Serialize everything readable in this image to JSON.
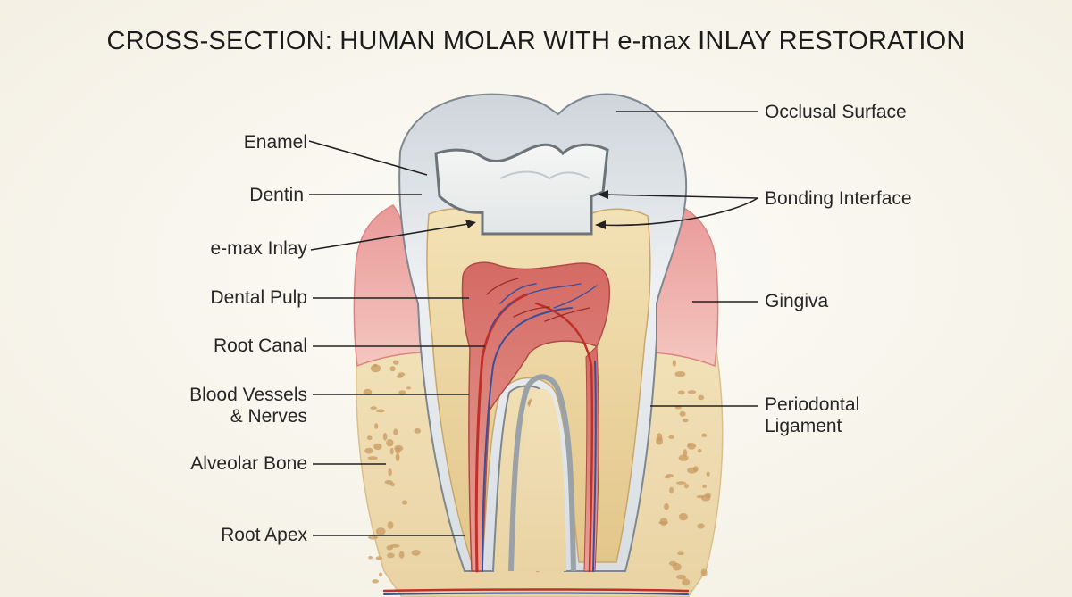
{
  "title": "CROSS-SECTION: HUMAN MOLAR WITH e-max INLAY RESTORATION",
  "labels": {
    "enamel": "Enamel",
    "dentin": "Dentin",
    "emax_inlay": "e-max Inlay",
    "dental_pulp": "Dental Pulp",
    "root_canal": "Root Canal",
    "blood_vessels_line1": "Blood Vessels",
    "blood_vessels_line2": "& Nerves",
    "alveolar_bone": "Alveolar Bone",
    "root_apex": "Root Apex",
    "occlusal_surface": "Occlusal Surface",
    "bonding_interface": "Bonding Interface",
    "gingiva": "Gingiva",
    "periodontal_line1": "Periodontal",
    "periodontal_line2": "Ligament"
  },
  "colors": {
    "enamel": "#dfe4e8",
    "dentin": "#ecd6a0",
    "inlay": "#eef0ef",
    "pulp": "#d97f7a",
    "gingiva": "#eba6a4",
    "bone": "#efdcb0",
    "bone_pore": "#c89a60",
    "artery": "#c0302a",
    "vein": "#3d4f9a",
    "leader": "#222222"
  }
}
